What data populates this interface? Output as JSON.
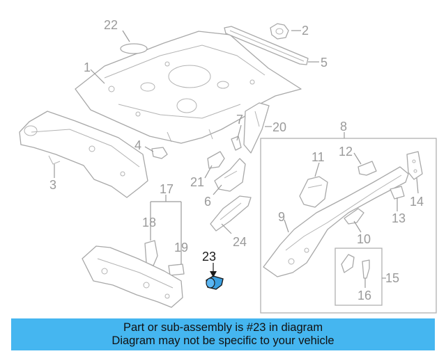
{
  "callouts": [
    "1",
    "2",
    "3",
    "4",
    "5",
    "6",
    "7",
    "8",
    "9",
    "10",
    "11",
    "12",
    "13",
    "14",
    "15",
    "16",
    "17",
    "18",
    "19",
    "20",
    "21",
    "22",
    "23",
    "24"
  ],
  "highlight_callout": "23",
  "highlight_color": "#3b9fe0",
  "banner": {
    "line1": "Part or sub-assembly is #23 in diagram",
    "line2": "Diagram may not be specific to your vehicle",
    "background": "#45b6f0"
  }
}
